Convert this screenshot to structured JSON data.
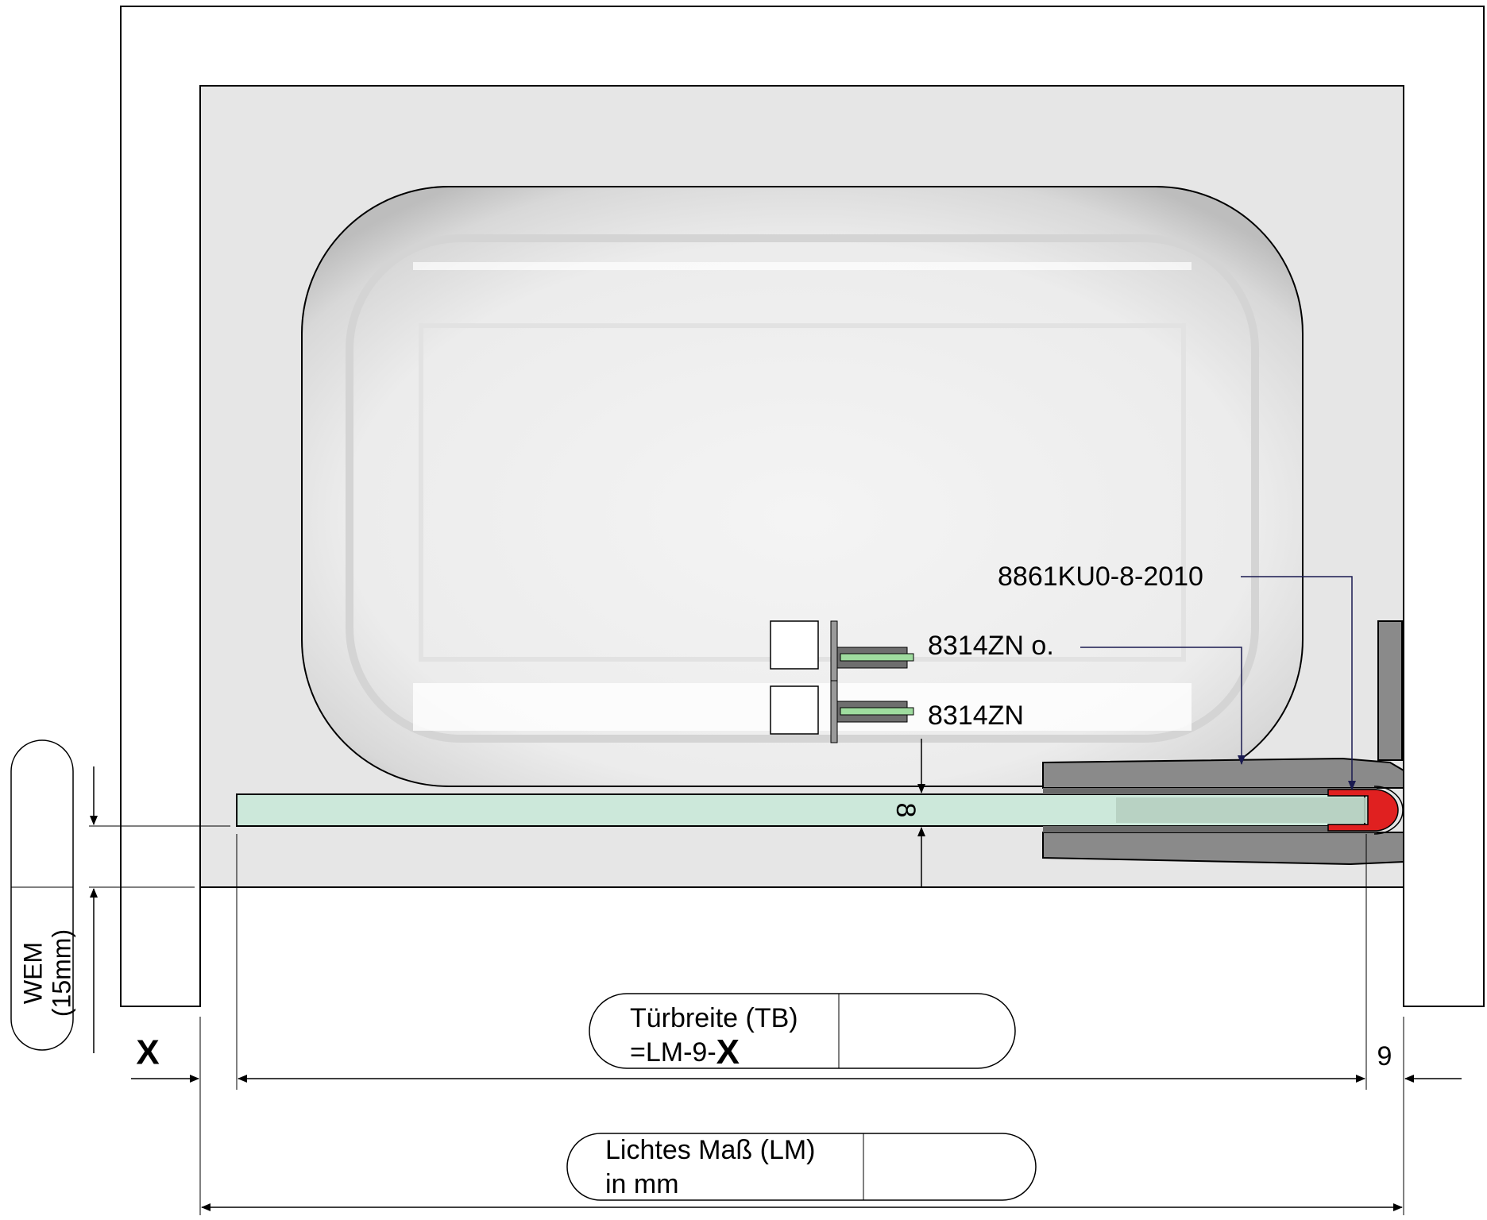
{
  "labels": {
    "part_top": "8861KU0-8-2010",
    "part_mid": "8314ZN o.",
    "part_low": "8314ZN",
    "glass_thickness": "8",
    "wem_line1": "WEM",
    "wem_line2": "(15mm)",
    "x_label": "X",
    "tb_line1": "Türbreite (TB)",
    "tb_line2_prefix": "=LM-9-",
    "tb_line2_x": "X",
    "nine": "9",
    "lm_line1": "Lichtes Maß (LM)",
    "lm_line2": "in mm"
  },
  "colors": {
    "wall_fill": "#e6e6e6",
    "glass": "#cce8da",
    "glass_green": "#9fdc9f",
    "profile": "#8a8a8a",
    "seal_red": "#e02020",
    "leader_blue": "#1a1a50"
  }
}
